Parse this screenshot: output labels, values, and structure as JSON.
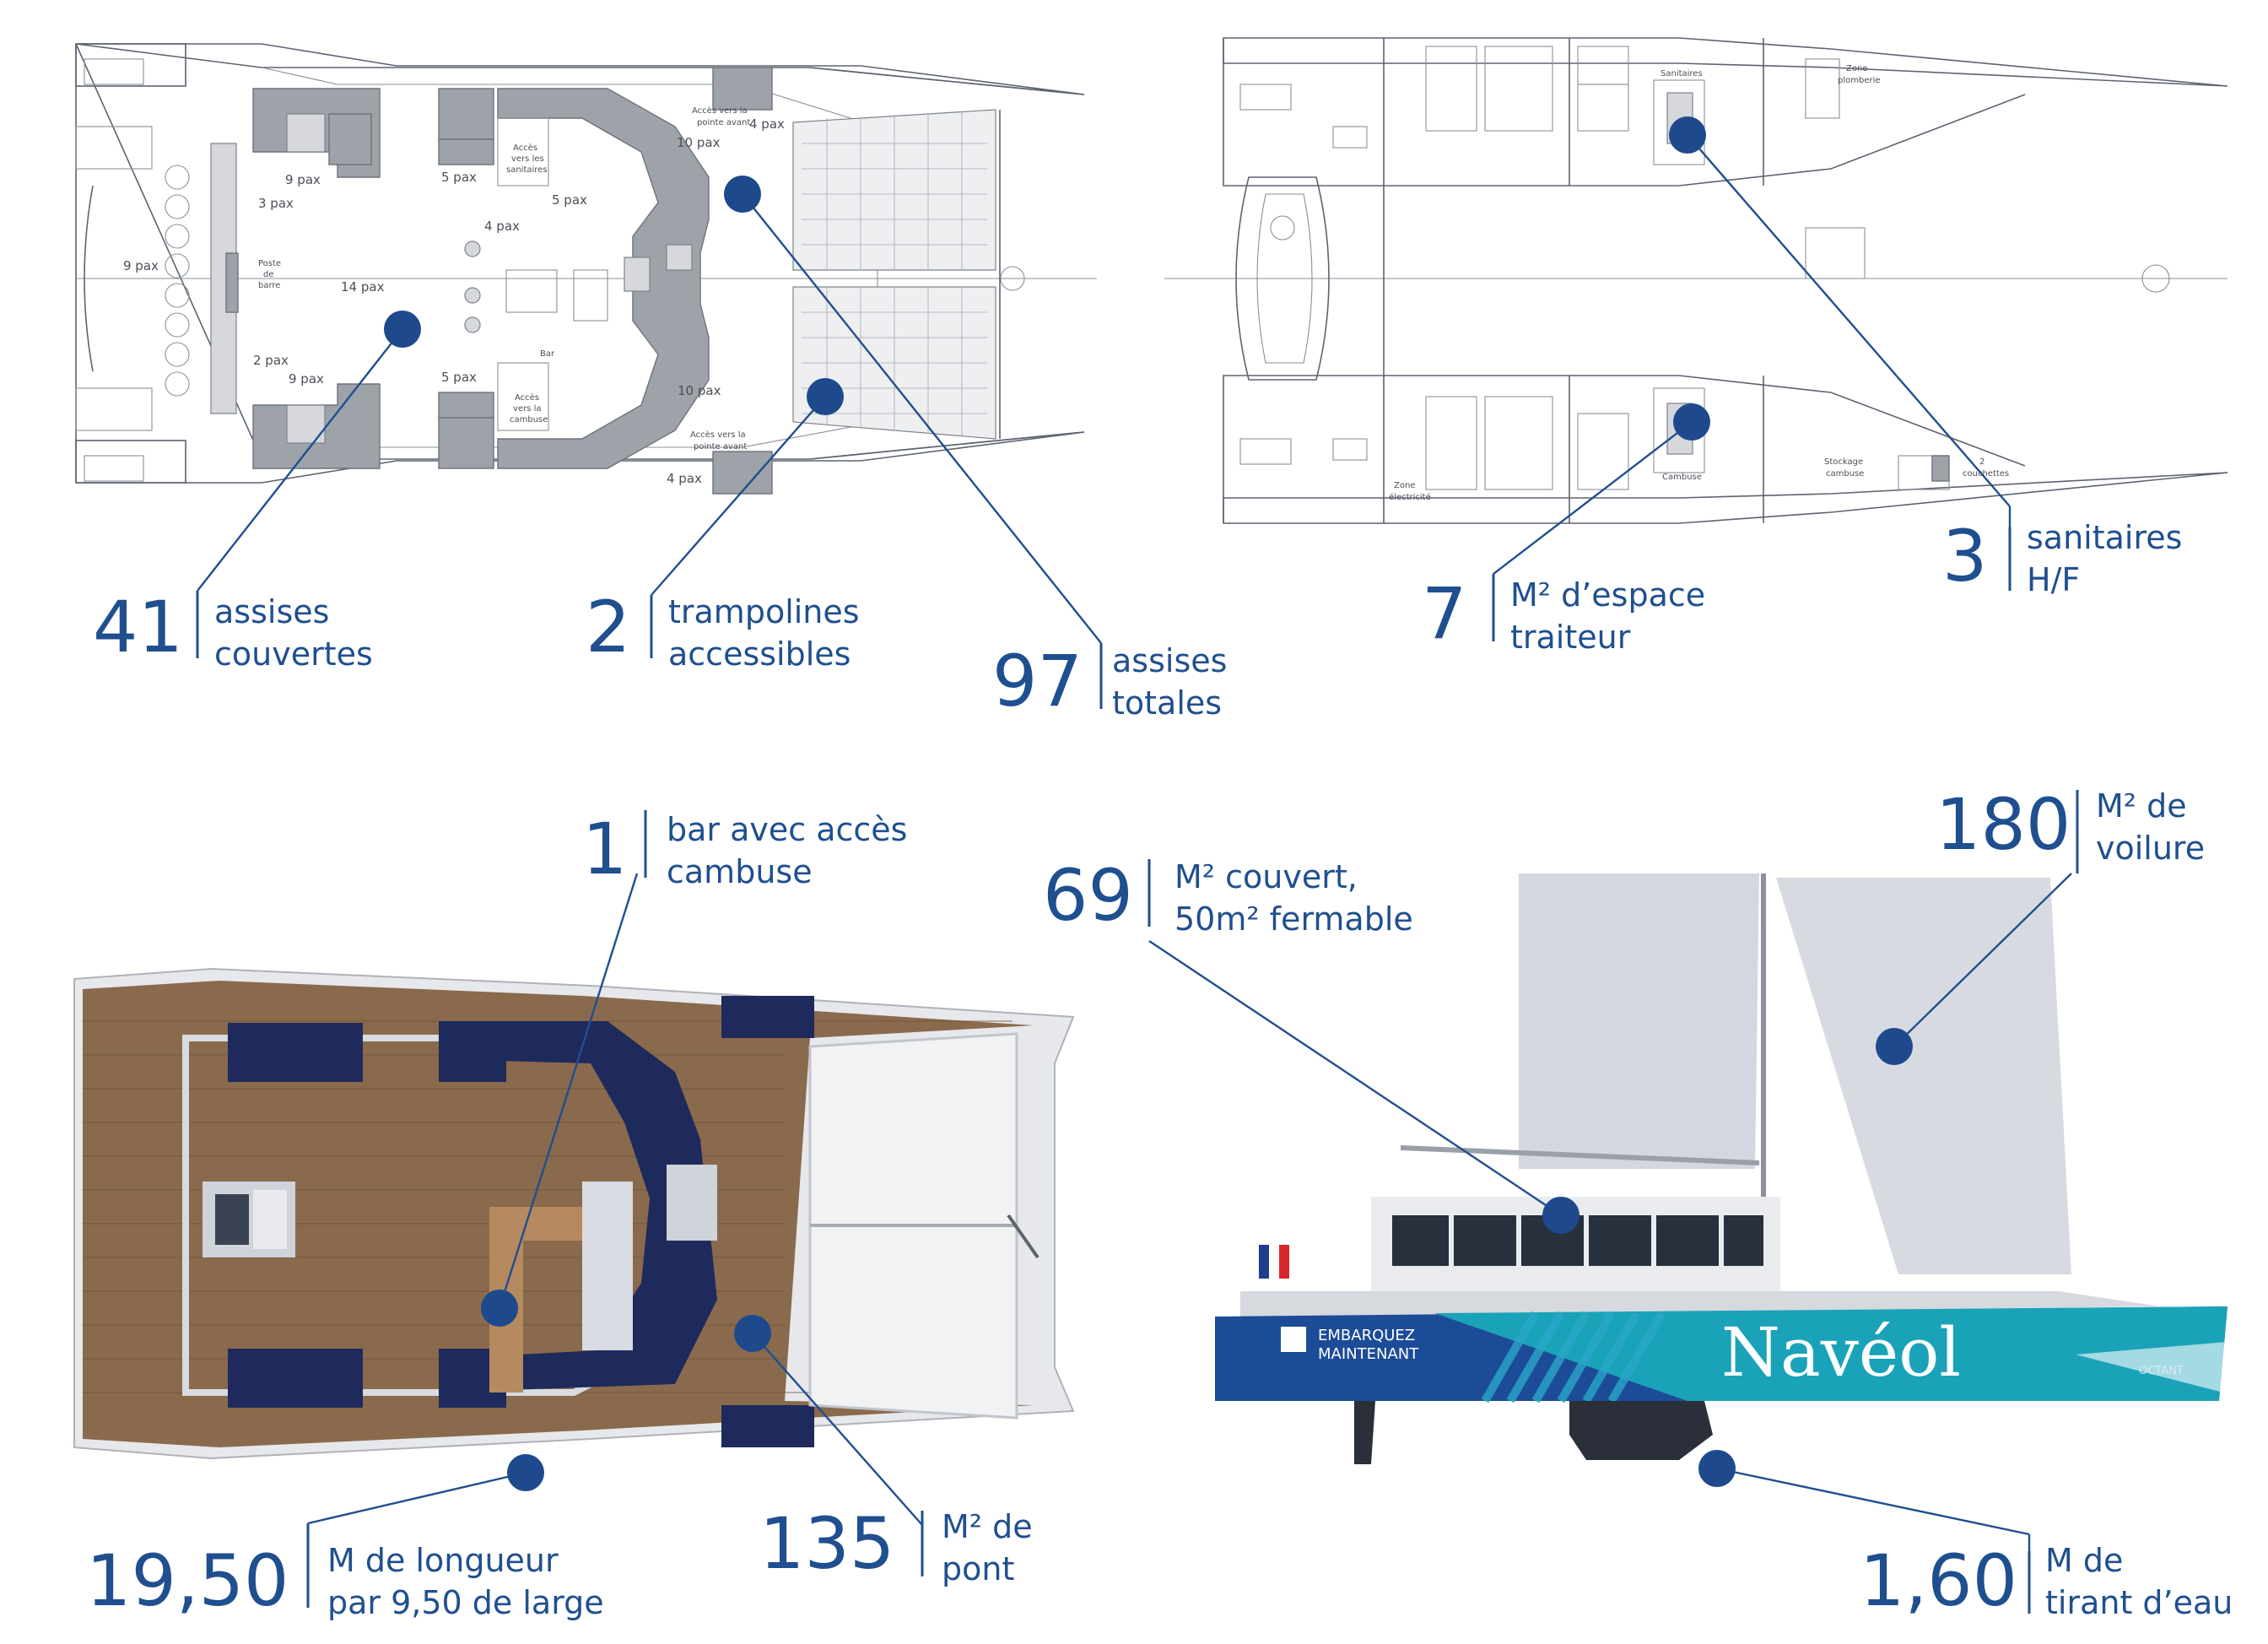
{
  "colors": {
    "accent": "#1f4f8f",
    "dot": "#1e4a8d",
    "hull": "#1aa3b8",
    "hull_dark": "#1c4c97",
    "deck_wood": "#8a6a4c",
    "cushion_navy": "#1f2a5c"
  },
  "callouts": [
    {
      "id": "seats-covered",
      "value": "41",
      "label": [
        "assises",
        "couvertes"
      ]
    },
    {
      "id": "trampolines",
      "value": "2",
      "label": [
        "trampolines",
        "accessibles"
      ]
    },
    {
      "id": "seats-total",
      "value": "97",
      "label": [
        "assises",
        "totales"
      ]
    },
    {
      "id": "catering",
      "value": "7",
      "label": [
        "M² d’espace",
        "traiteur"
      ]
    },
    {
      "id": "toilets",
      "value": "3",
      "label": [
        "sanitaires",
        "H/F"
      ]
    },
    {
      "id": "bar",
      "value": "1",
      "label": [
        "bar avec accès",
        "cambuse"
      ]
    },
    {
      "id": "covered-area",
      "value": "69",
      "label": [
        "M² couvert,",
        "50m² fermable"
      ]
    },
    {
      "id": "sail-area",
      "value": "180",
      "label": [
        "M² de",
        "voilure"
      ]
    },
    {
      "id": "deck-area",
      "value": "135",
      "label": [
        "M² de",
        "pont"
      ]
    },
    {
      "id": "length",
      "value": "19,50",
      "label": [
        "M de longueur",
        "par 9,50 de large"
      ]
    },
    {
      "id": "draft",
      "value": "1,60",
      "label": [
        "M de",
        "tirant d’eau"
      ]
    }
  ],
  "deck_plan_notes": {
    "pax_9a": "9 pax",
    "pax_9b": "9 pax",
    "pax_9c": "9 pax",
    "pax_3": "3 pax",
    "pax_2": "2 pax",
    "pax_14": "14 pax",
    "pax_5a": "5 pax",
    "pax_5b": "5 pax",
    "pax_5c": "5 pax",
    "pax_4a": "4 pax",
    "pax_4b": "4 pax",
    "pax_4c": "4 pax",
    "pax_10a": "10 pax",
    "pax_10b": "10 pax",
    "access_bow_1": [
      "Accès vers la",
      "pointe avant"
    ],
    "access_bow_2": [
      "Accès vers la",
      "pointe avant"
    ],
    "access_toilets": [
      "Accès",
      "vers les",
      "sanitaires"
    ],
    "access_galley": [
      "Accès",
      "vers la",
      "cambuse"
    ],
    "helm": [
      "Poste",
      "de",
      "barre"
    ],
    "bar": "Bar"
  },
  "hull_plan_notes": {
    "toilets": "Sanitaires",
    "plumbing": [
      "Zone",
      "plomberie"
    ],
    "galley": "Cambuse",
    "storage": [
      "Stockage",
      "cambuse"
    ],
    "berths": [
      "2",
      "couchettes"
    ],
    "electric": [
      "Zone",
      "électricité"
    ]
  },
  "hull_text": {
    "brand": "Navéol",
    "slogan": [
      "EMBARQUEZ",
      "MAINTENANT"
    ],
    "model": "OCTANT"
  }
}
